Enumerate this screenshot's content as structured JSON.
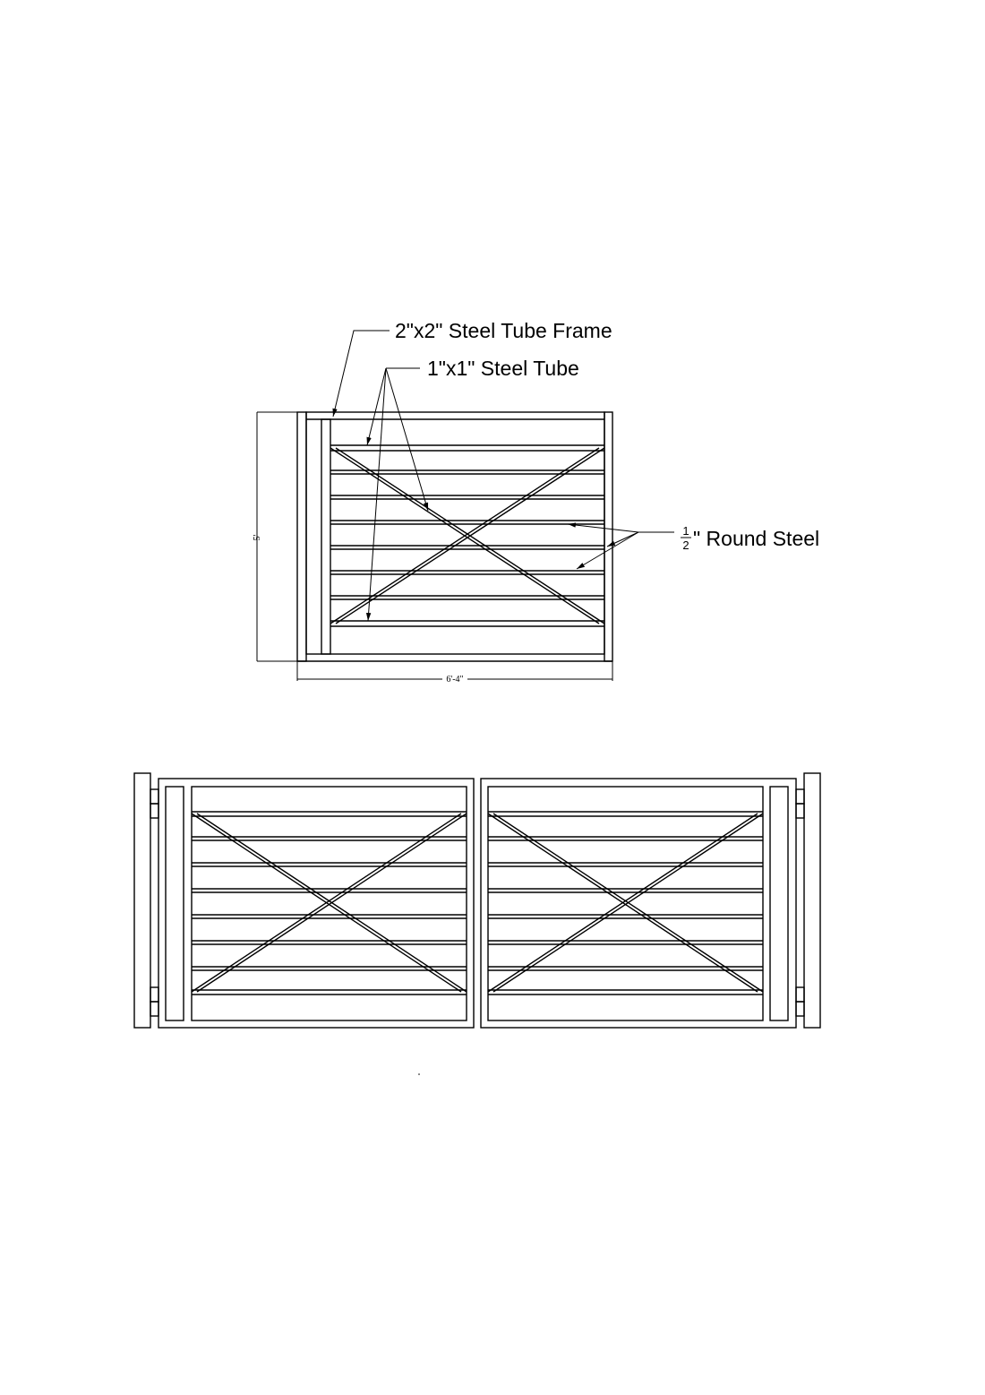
{
  "labels": {
    "frame": "2\"x2\" Steel Tube Frame",
    "tube": "1\"x1\" Steel Tube",
    "round_num": "1",
    "round_den": "2",
    "round_text": "\" Round  Steel"
  },
  "dimensions": {
    "height": "5'",
    "width": "6'-4\""
  },
  "colors": {
    "line": "#000000",
    "background": "#ffffff"
  }
}
